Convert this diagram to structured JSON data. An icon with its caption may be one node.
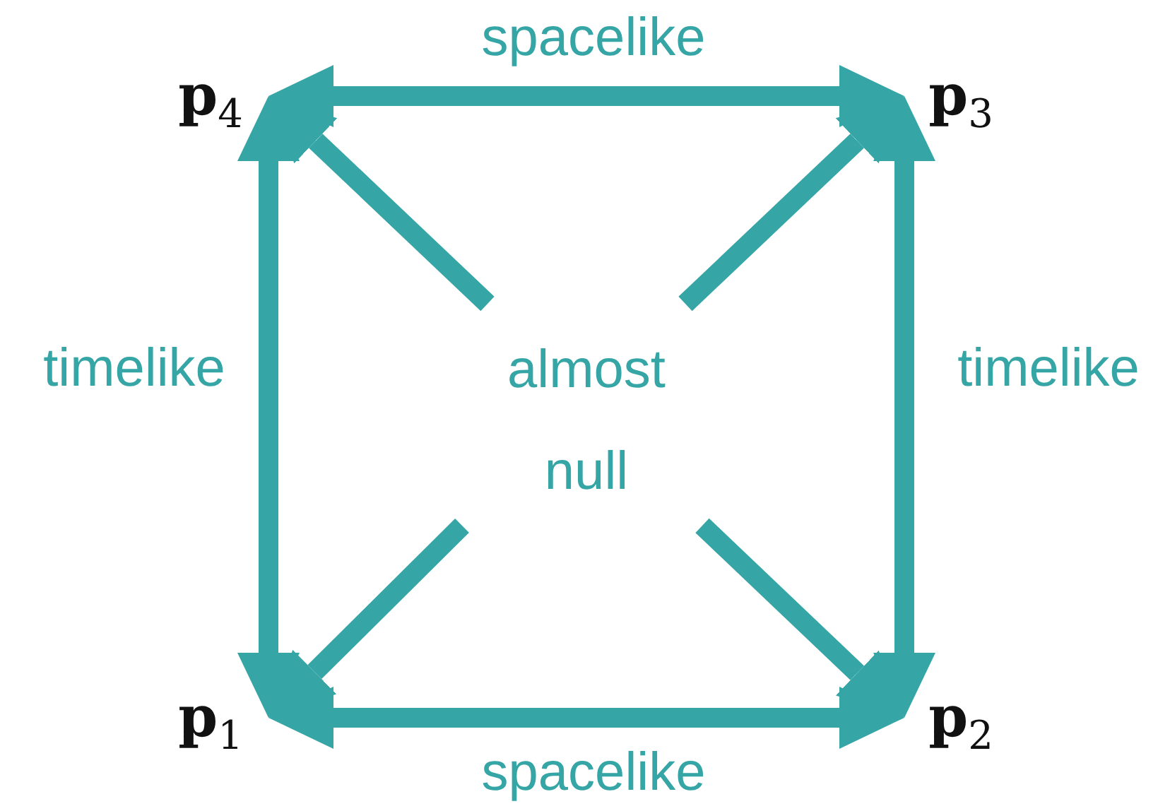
{
  "diagram": {
    "nodes": [
      {
        "text": [
          "**p**$_{4}$"
        ]
      },
      {
        "text": [
          "**p**$_{3}$"
        ]
      },
      {
        "text": [
          "**p**$_{1}$"
        ]
      },
      {
        "text": [
          "**p**$_{2}$"
        ]
      },
      {
        "text": [
          "almost null"
        ]
      }
    ],
    "edges": [
      {
        "from": 0,
        "to": 1,
        "arrow": "both",
        "label": "spacelike"
      },
      {
        "from": 0,
        "to": 2,
        "arrow": "both",
        "label": "timelike"
      },
      {
        "from": 1,
        "to": 3,
        "arrow": "both",
        "label": "timelike"
      },
      {
        "from": 2,
        "to": 3,
        "arrow": "both",
        "label": "spacelike"
      },
      {
        "from": 4,
        "to": 0,
        "arrow": "to"
      },
      {
        "from": 4,
        "to": 1,
        "arrow": "to"
      },
      {
        "from": 4,
        "to": 2,
        "arrow": "to"
      },
      {
        "from": 4,
        "to": 3,
        "arrow": "to"
      }
    ]
  }
}
